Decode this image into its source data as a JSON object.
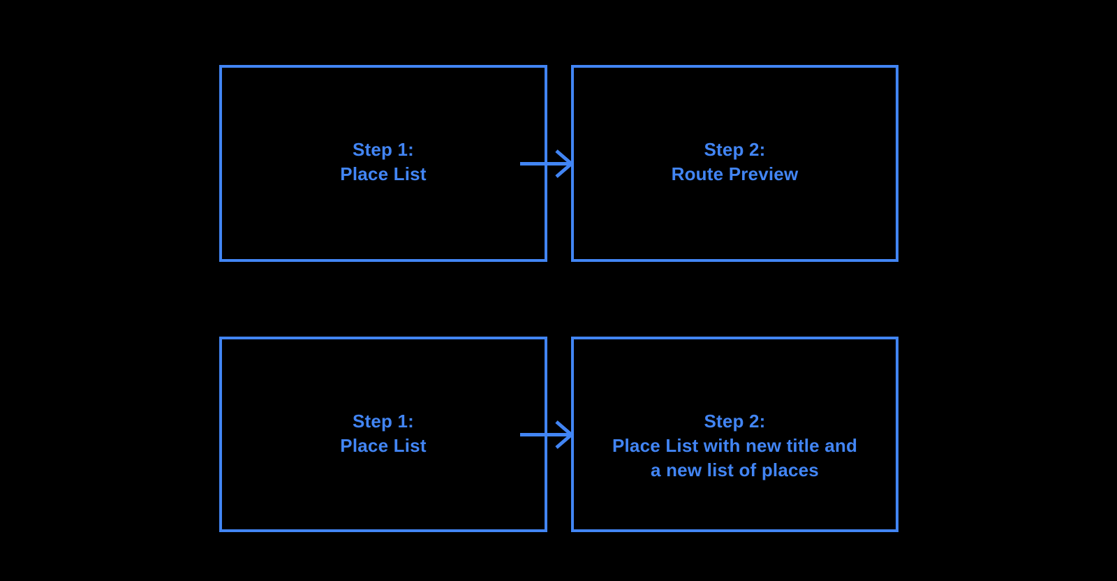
{
  "colors": {
    "background": "#000000",
    "accent": "#4285F4"
  },
  "diagram": {
    "flow1": {
      "step1_label": "Step 1:\nPlace List",
      "step2_label": "Step 2:\nRoute Preview"
    },
    "flow2": {
      "step1_label": "Step 1:\nPlace List",
      "step2_label": "Step 2:\nPlace List with new title and\na new list of places"
    }
  }
}
